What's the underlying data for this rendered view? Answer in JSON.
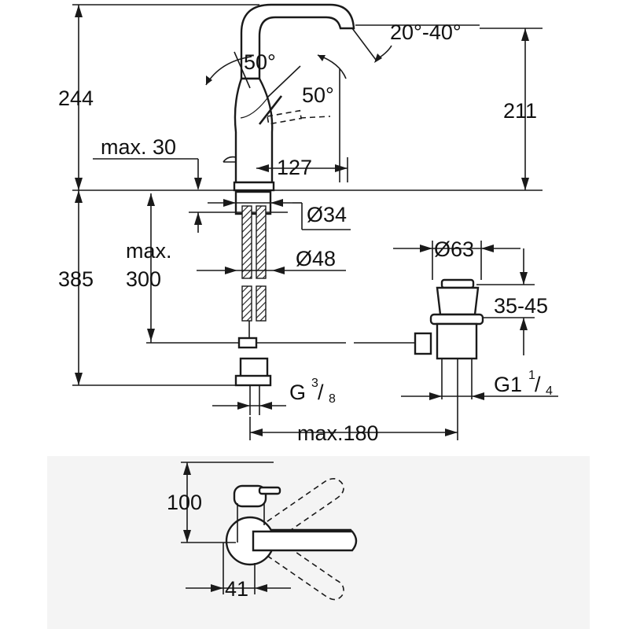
{
  "dimensions": {
    "total_height_top": "244",
    "spout_height": "211",
    "spout_reach": "127",
    "spout_angle": "20°-40°",
    "lever_angle_left": "50°",
    "lever_angle_right": "50°",
    "deck_thickness": "max. 30",
    "hole_diameter": "Ø34",
    "base_diameter": "Ø48",
    "hose_length_line1": "max.",
    "hose_length_line2": "300",
    "below_deck_height": "385",
    "waste_diameter": "Ø63",
    "waste_range": "35-45",
    "inlet_thread_main": "G",
    "inlet_thread_num": "3",
    "inlet_thread_den": "8",
    "waste_thread_main": "G1",
    "waste_thread_num": "1",
    "waste_thread_den": "4",
    "rod_length": "max.180",
    "lever_height": "100",
    "lever_offset": "41"
  },
  "colors": {
    "line": "#1a1a1a",
    "background": "#ffffff"
  }
}
